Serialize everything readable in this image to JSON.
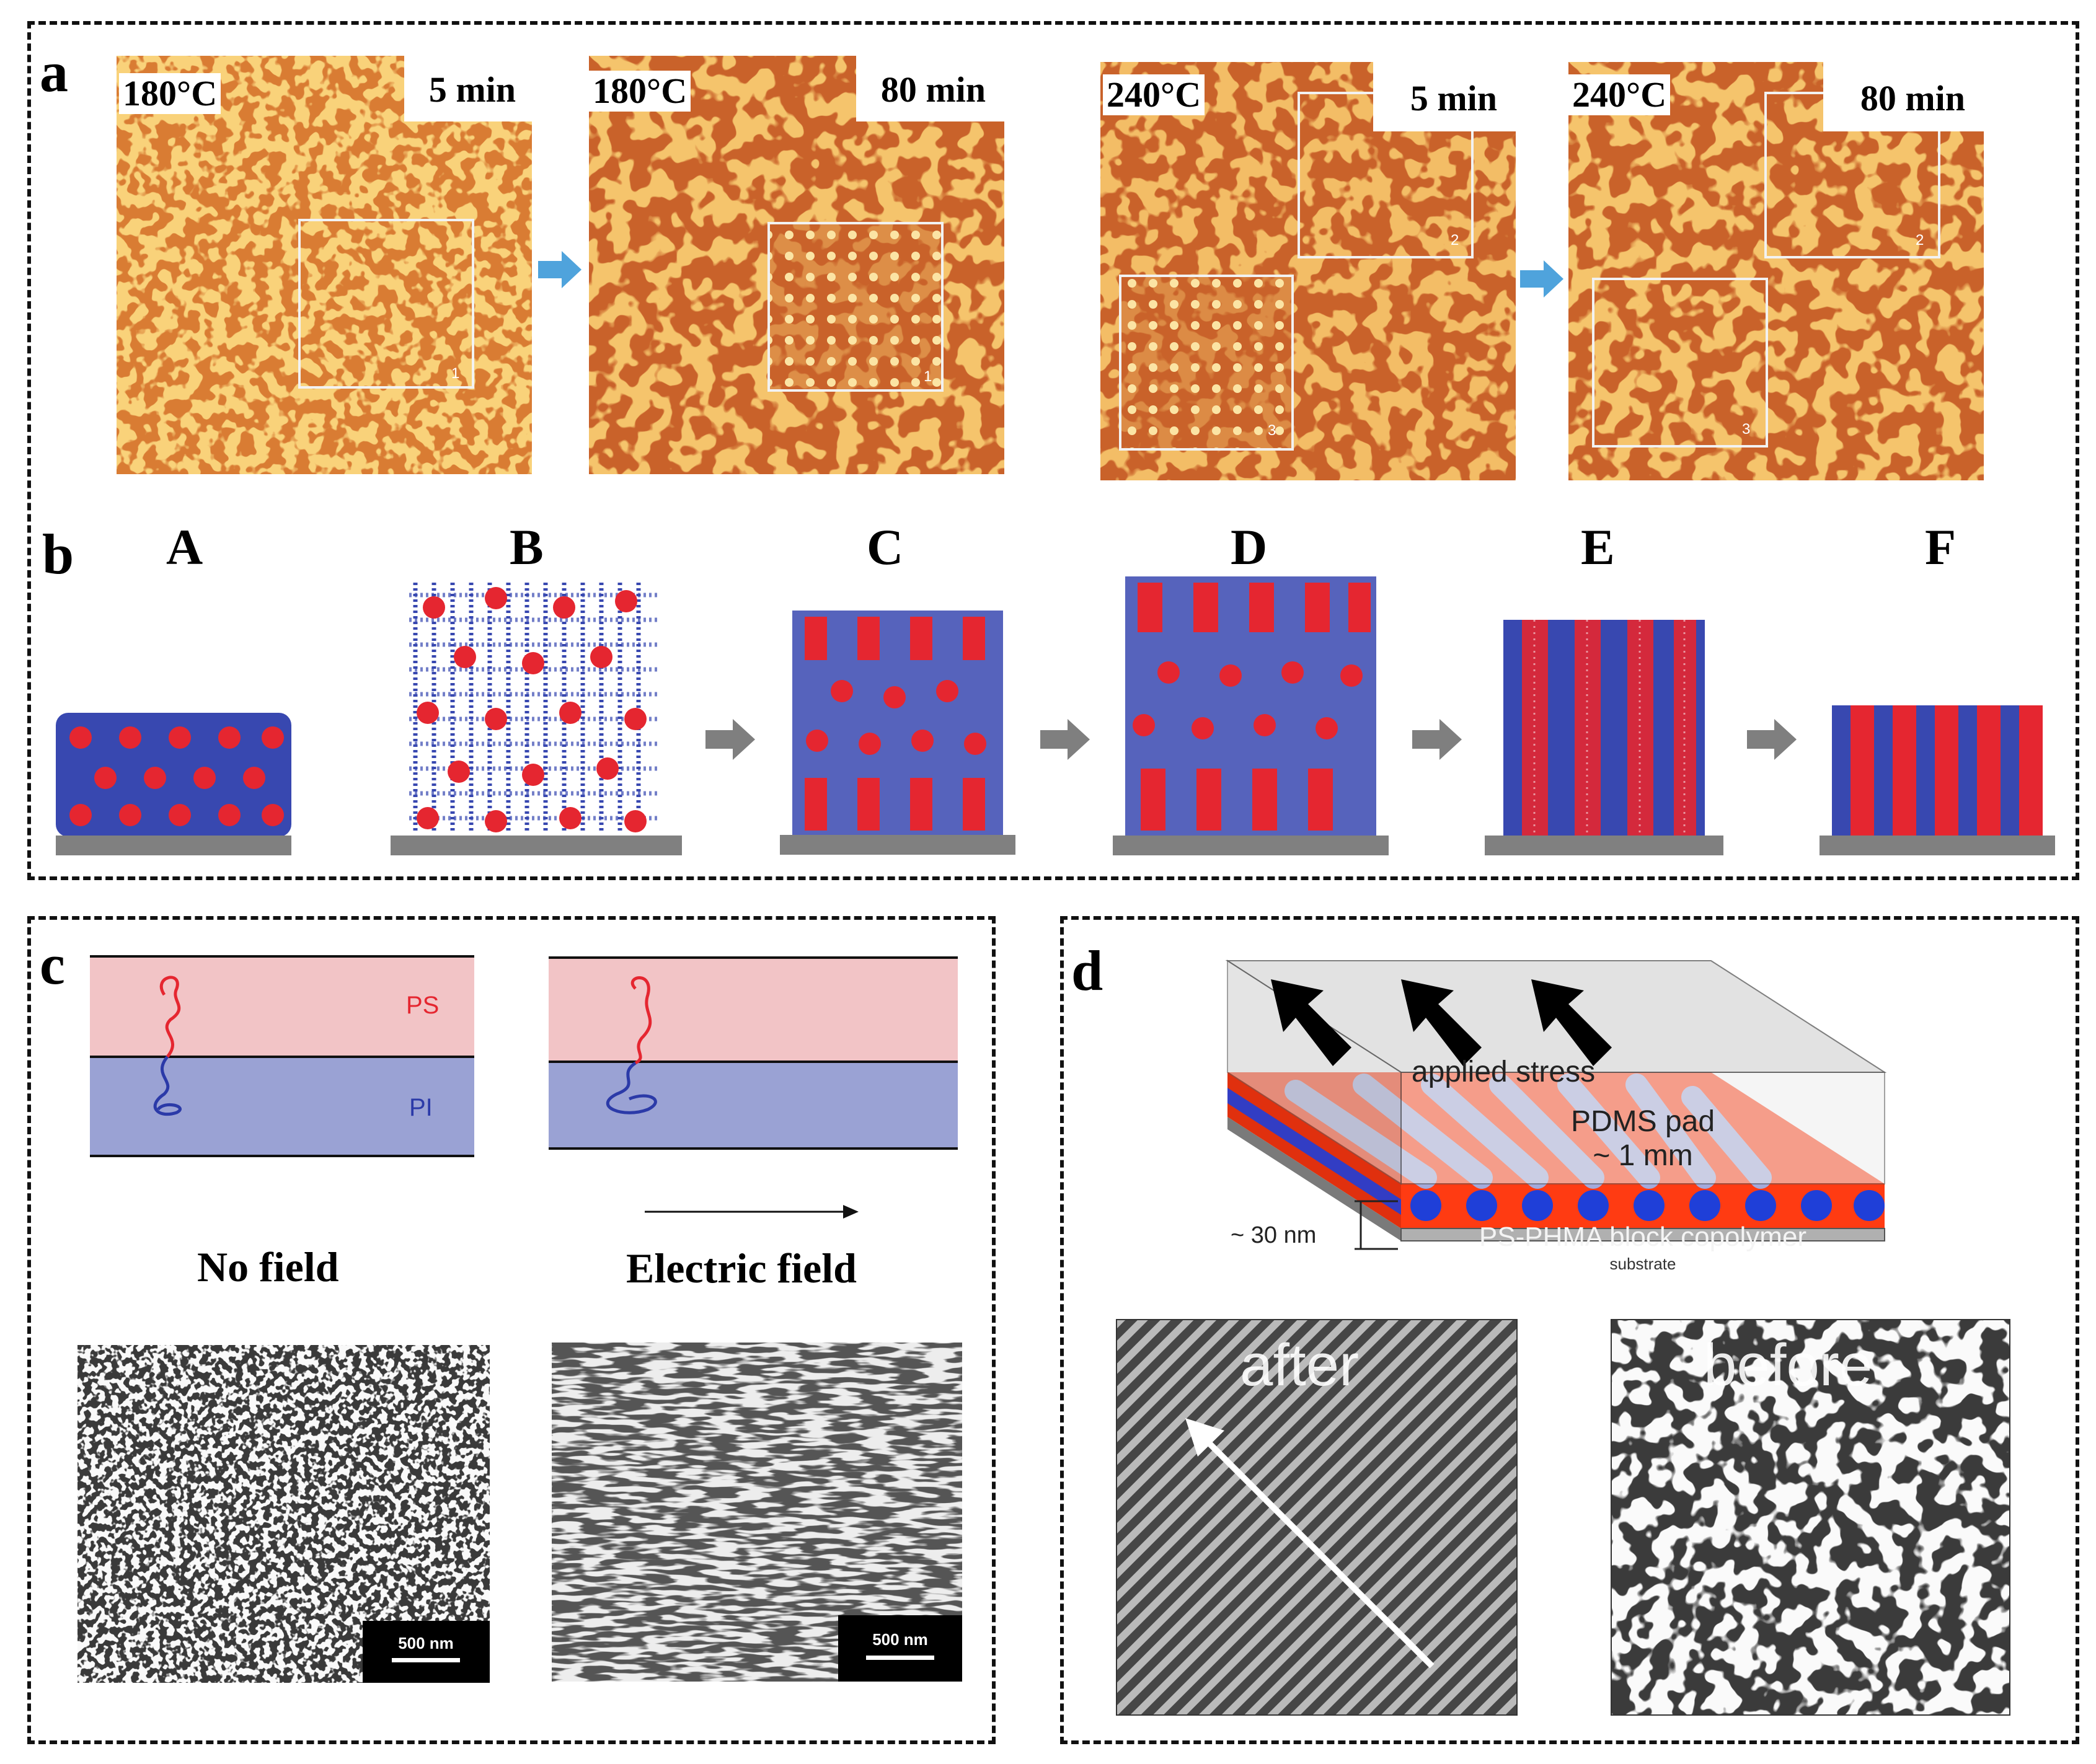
{
  "panels": {
    "a": {
      "label": "a",
      "images": [
        {
          "temp": "180°C",
          "time": "5 min",
          "box_numbers": [
            "1"
          ]
        },
        {
          "temp": "180°C",
          "time": "80 min",
          "box_numbers": [
            "1"
          ]
        },
        {
          "temp": "240°C",
          "time": "5 min",
          "box_numbers": [
            "2",
            "3"
          ]
        },
        {
          "temp": "240°C",
          "time": "80 min",
          "box_numbers": [
            "2",
            "3"
          ]
        }
      ],
      "colors": {
        "afm_light": "#f6c66a",
        "afm_dark": "#c9622a",
        "arrow": "#4fa3dc"
      }
    },
    "b": {
      "label": "b",
      "models": [
        "A",
        "B",
        "C",
        "D",
        "E",
        "F"
      ],
      "colors": {
        "block1": "#3848b0",
        "block2": "#e52630",
        "substrate": "#808080",
        "arrow": "#7f7f7f"
      }
    },
    "c": {
      "label": "c",
      "layer_top": "PS",
      "layer_bottom": "PI",
      "left_caption": "No field",
      "right_caption": "Electric field",
      "scale_bar": "500 nm",
      "colors": {
        "ps": "#f2c4c6",
        "pi": "#9aa2d4"
      }
    },
    "d": {
      "label": "d",
      "stress_label": "applied stress",
      "pad_label": "PDMS pad",
      "pad_thickness": "~ 1 mm",
      "film_thickness": "~ 30 nm",
      "copolymer_label": "PS-PHMA block copolymer",
      "substrate_label": "substrate",
      "after_label": "after",
      "before_label": "before",
      "colors": {
        "matrix": "#ff3b12",
        "cylinder": "#1f3fd8",
        "pad": "#d9d9d9"
      }
    }
  }
}
